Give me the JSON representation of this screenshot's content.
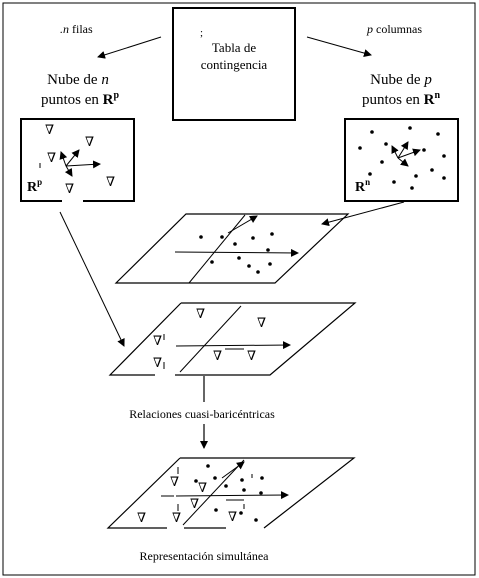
{
  "title_box": {
    "line1": "Tabla de",
    "line2": "contingencia",
    "mark": ";"
  },
  "left_arrow_label": {
    "var": ".n",
    "word": "filas"
  },
  "right_arrow_label": {
    "var": "p",
    "word": "columnas"
  },
  "left_cloud": {
    "line1_prefix": "Nube de",
    "line1_var": "n",
    "line2_prefix": "puntos en",
    "space": "R",
    "space_sup": "p"
  },
  "right_cloud": {
    "line1_prefix": "Nube de",
    "line1_var": "p",
    "line2_prefix": "puntos en",
    "space": "R",
    "space_sup": "n"
  },
  "left_box_label": {
    "space": "R",
    "space_sup": "p"
  },
  "right_box_label": {
    "space": "R",
    "space_sup": "n"
  },
  "label_quasi": "Relaciones cuasi-baricéntricas",
  "label_simul": "Representación simultánea",
  "symbols": {
    "triangle": "∇"
  }
}
